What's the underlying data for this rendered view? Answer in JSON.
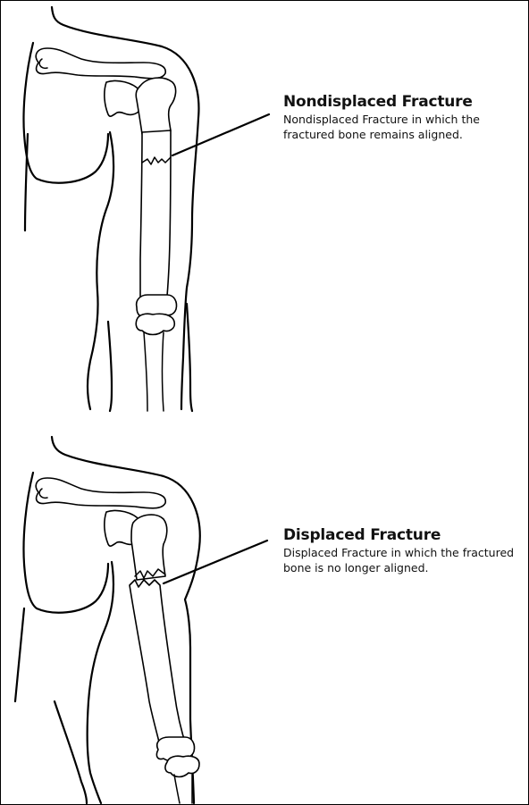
{
  "figures": [
    {
      "id": "nondisplaced",
      "title": "Nondisplaced Fracture",
      "description": "Nondisplaced Fracture in which the fractured bone remains aligned."
    },
    {
      "id": "displaced",
      "title": "Displaced Fracture",
      "description": "Displaced Fracture in which the fractured bone is no longer aligned."
    }
  ],
  "colors": {
    "ink": "#000000",
    "background": "#ffffff"
  }
}
